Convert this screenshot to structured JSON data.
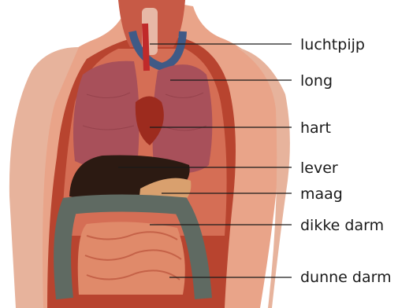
{
  "labels": [
    {
      "id": "trachea",
      "text": "luchtpijp"
    },
    {
      "id": "lung",
      "text": "long"
    },
    {
      "id": "heart",
      "text": "hart"
    },
    {
      "id": "liver",
      "text": "lever"
    },
    {
      "id": "stomach",
      "text": "maag"
    },
    {
      "id": "large_intestine",
      "text": "dikke darm"
    },
    {
      "id": "small_intestine",
      "text": "dunne darm"
    }
  ],
  "colors": {
    "skin": "#e9a489",
    "muscle": "#b8442f",
    "lung": "#a8505a",
    "liver": "#2c1a12",
    "stomach": "#d9a06e",
    "colon": "#5f6a62",
    "small_intestine": "#e08a6a",
    "leader_line": "#1a1a1a"
  }
}
